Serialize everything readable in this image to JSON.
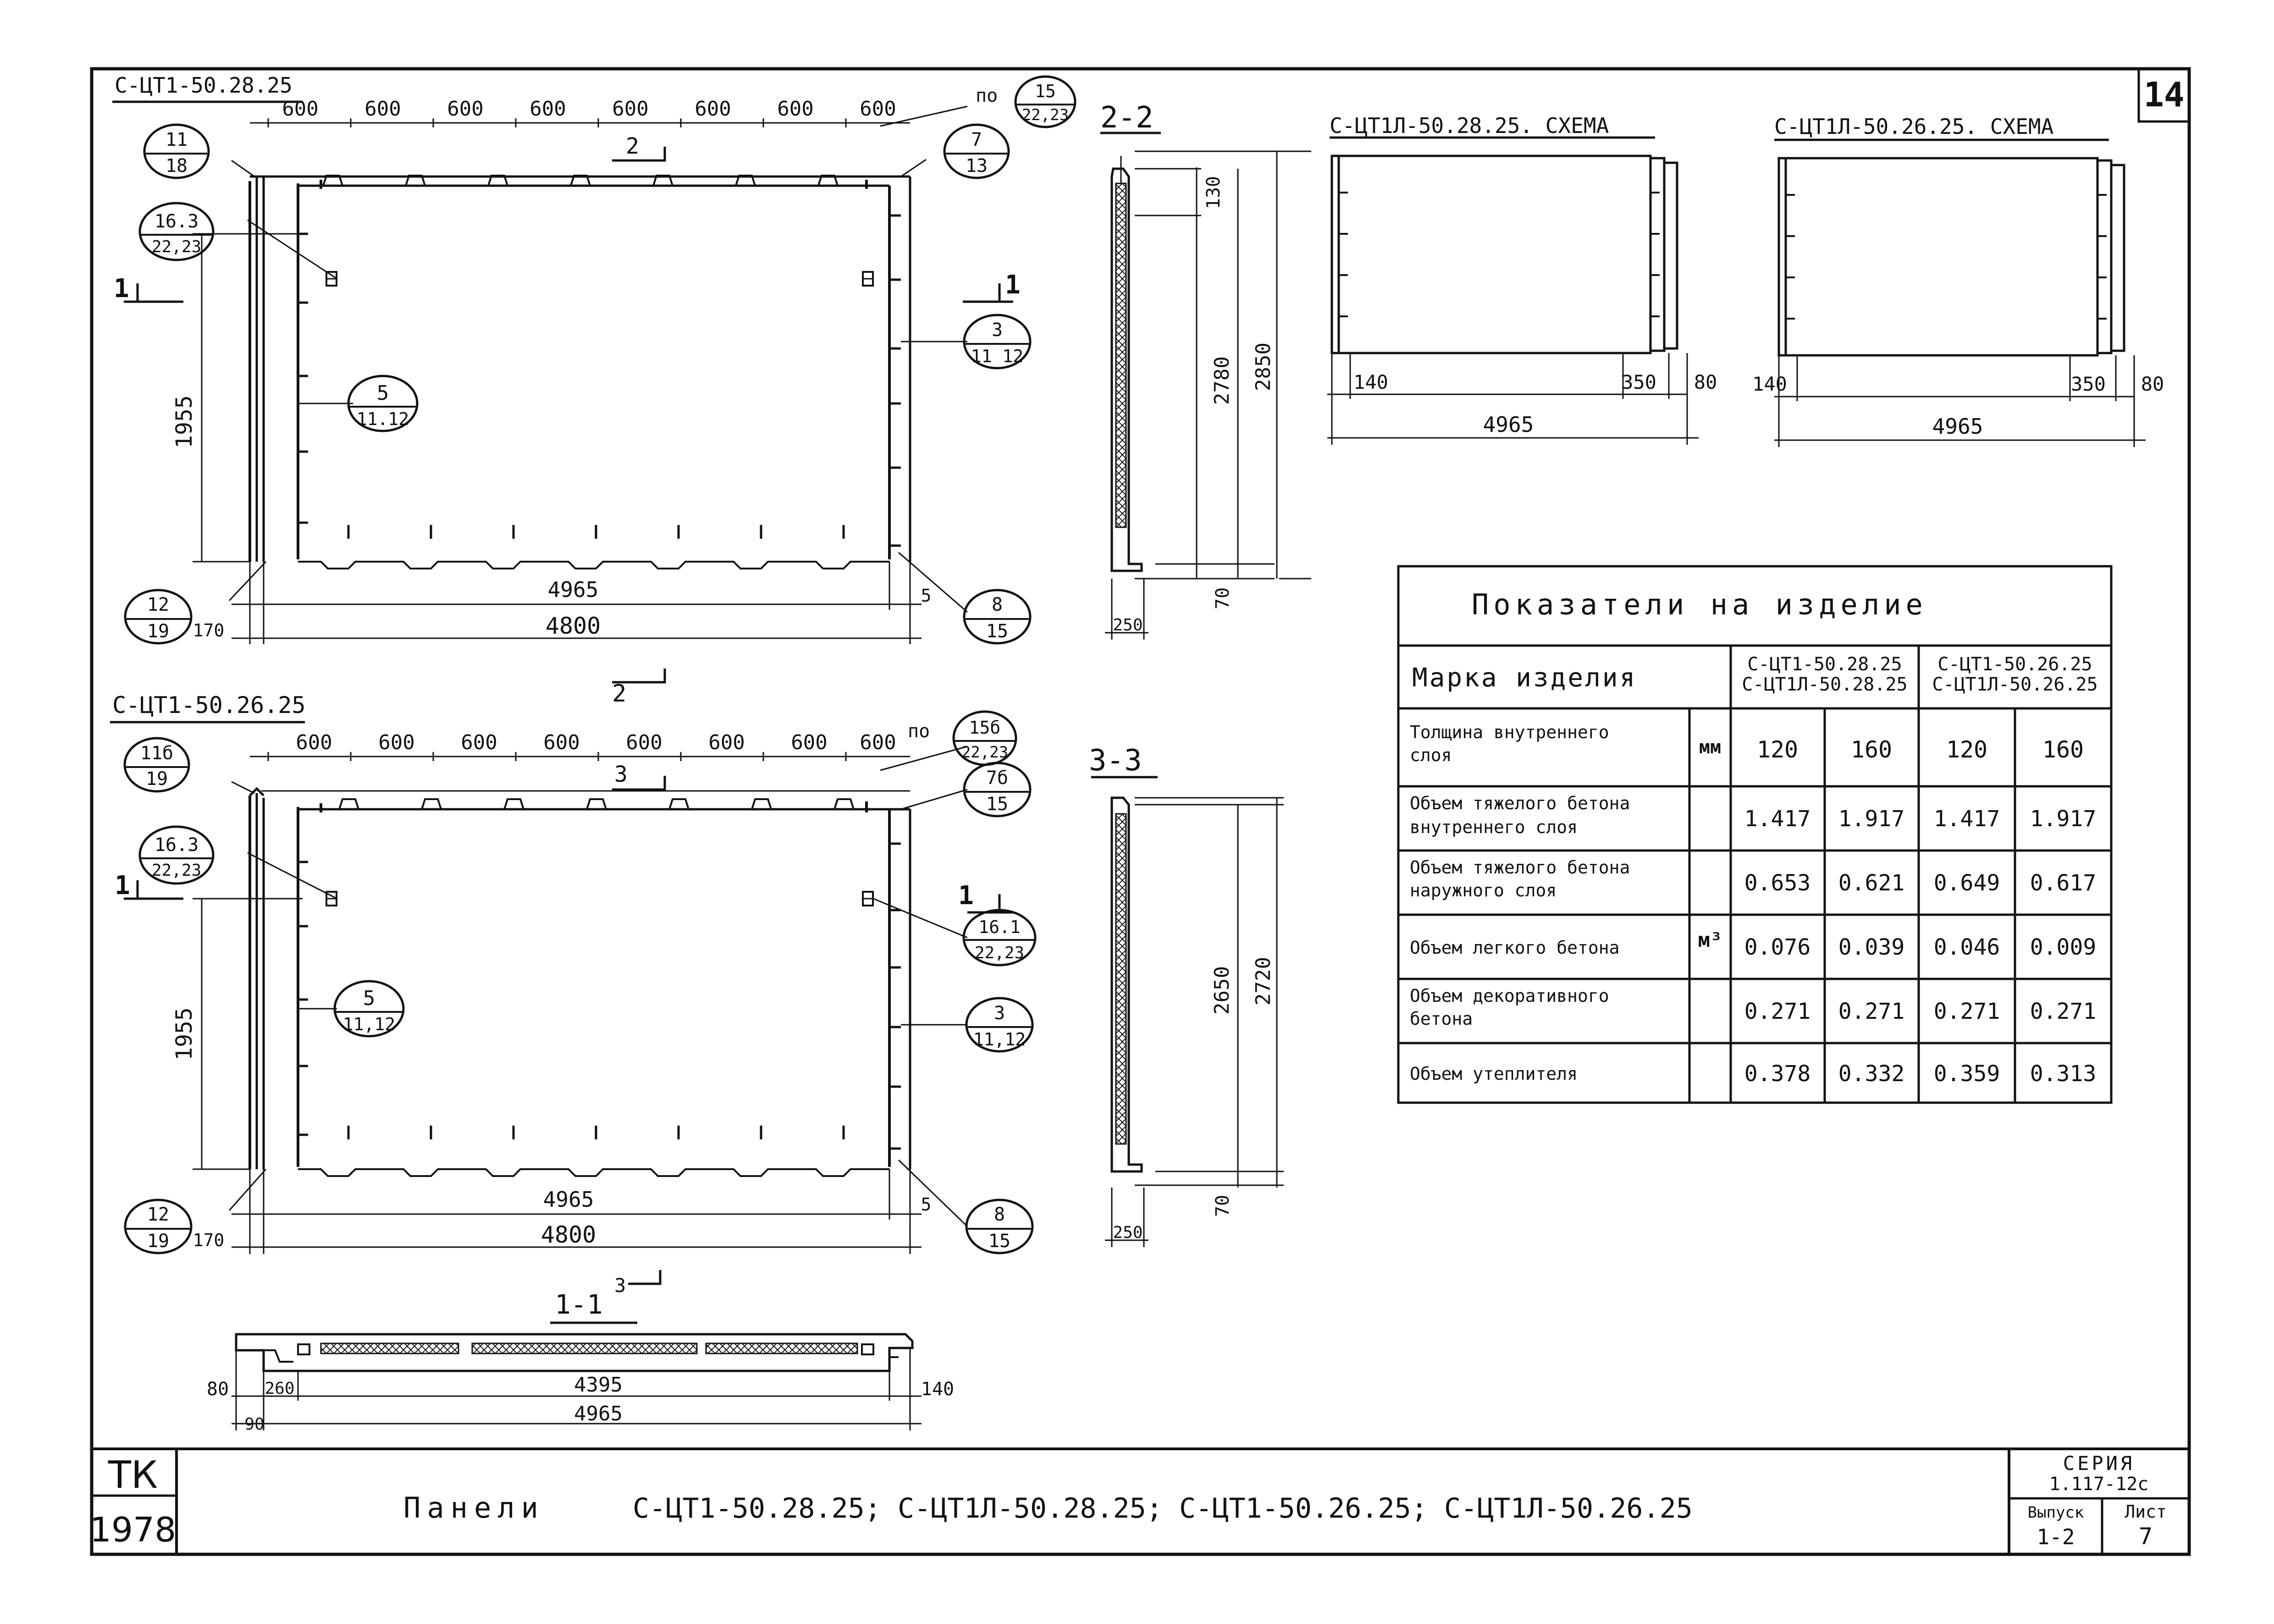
{
  "sheet_number": "14",
  "views": {
    "top_panel": {
      "label": "С-ЦТ1-50.28.25",
      "spacings": [
        "600",
        "600",
        "600",
        "600",
        "600",
        "600",
        "600",
        "600"
      ],
      "callouts": {
        "by_prefix": "по",
        "c15": {
          "top": "15",
          "bottom": "22,23"
        },
        "c11": {
          "top": "11",
          "bottom": "18"
        },
        "c7": {
          "top": "7",
          "bottom": "13"
        },
        "c163": {
          "top": "16.3",
          "bottom": "22,23"
        },
        "c3": {
          "top": "3",
          "bottom": "11 12"
        },
        "c5": {
          "top": "5",
          "bottom": "11.12"
        },
        "c12": {
          "top": "12",
          "bottom": "19"
        },
        "c8": {
          "top": "8",
          "bottom": "15"
        }
      },
      "section_mark_top": "2",
      "section_mark_bottom": "2",
      "section_mark_left": "1",
      "section_mark_right": "1",
      "dim_height": "1955",
      "dim_inner": "4965",
      "dim_overall": "4800",
      "dim_left": "170",
      "dim_right": "5"
    },
    "section_2_2": {
      "label": "2-2",
      "dims": {
        "d130": "130",
        "d2780": "2780",
        "d2850": "2850",
        "d70": "70",
        "d250": "250"
      }
    },
    "bottom_panel": {
      "label": "С-ЦТ1-50.26.25",
      "spacings": [
        "600",
        "600",
        "600",
        "600",
        "600",
        "600",
        "600",
        "600"
      ],
      "callouts": {
        "by_prefix": "по",
        "c15b": {
          "top": "15б",
          "bottom": "22,23"
        },
        "c11b": {
          "top": "11б",
          "bottom": "19"
        },
        "c7b": {
          "top": "7б",
          "bottom": "15"
        },
        "c163": {
          "top": "16.3",
          "bottom": "22,23"
        },
        "c161": {
          "top": "16.1",
          "bottom": "22,23"
        },
        "c5": {
          "top": "5",
          "bottom": "11,12"
        },
        "c3": {
          "top": "3",
          "bottom": "11,12"
        },
        "c12": {
          "top": "12",
          "bottom": "19"
        },
        "c8": {
          "top": "8",
          "bottom": "15"
        }
      },
      "section_mark_top": "3",
      "section_mark_left": "1",
      "section_mark_right": "1",
      "dim_height": "1955",
      "dim_inner": "4965",
      "dim_overall": "4800",
      "dim_left": "170",
      "dim_right": "5"
    },
    "section_3_3": {
      "label": "3-3",
      "dims": {
        "d2650": "2650",
        "d2720": "2720",
        "d70": "70",
        "d250": "250"
      }
    },
    "section_1_1": {
      "label": "1-1",
      "section_mark": "3",
      "dims": {
        "d80": "80",
        "d260": "260",
        "d4395": "4395",
        "d140": "140",
        "d90": "90",
        "d4965": "4965"
      }
    },
    "scheme_1": {
      "label": "С-ЦТ1Л-50.28.25. СХЕМА",
      "dims": {
        "d140": "140",
        "d350": "350",
        "d80": "80",
        "d4965": "4965"
      }
    },
    "scheme_2": {
      "label": "С-ЦТ1Л-50.26.25. СХЕМА",
      "dims": {
        "d140": "140",
        "d350": "350",
        "d80": "80",
        "d4965": "4965"
      }
    }
  },
  "table": {
    "title": "Показатели на изделие",
    "mark_header": "Марка изделия",
    "col_group_1": {
      "line1": "С-ЦТ1-50.28.25",
      "line2": "С-ЦТ1Л-50.28.25"
    },
    "col_group_2": {
      "line1": "С-ЦТ1-50.26.25",
      "line2": "С-ЦТ1Л-50.26.25"
    },
    "unit_mm": "мм",
    "unit_m3": "м³",
    "rows": [
      {
        "label_1": "Толщина внутреннего",
        "label_2": "слоя",
        "values": [
          "120",
          "160",
          "120",
          "160"
        ]
      },
      {
        "label_1": "Объем тяжелого бетона",
        "label_2": "внутреннего слоя",
        "values": [
          "1.417",
          "1.917",
          "1.417",
          "1.917"
        ]
      },
      {
        "label_1": "Объем тяжелого бетона",
        "label_2": "наружного слоя",
        "values": [
          "0.653",
          "0.621",
          "0.649",
          "0.617"
        ]
      },
      {
        "label_1": "Объем легкого бетона",
        "label_2": "",
        "values": [
          "0.076",
          "0.039",
          "0.046",
          "0.009"
        ]
      },
      {
        "label_1": "Объем декоративного",
        "label_2": "бетона",
        "values": [
          "0.271",
          "0.271",
          "0.271",
          "0.271"
        ]
      },
      {
        "label_1": "Объем утеплителя",
        "label_2": "",
        "values": [
          "0.378",
          "0.332",
          "0.359",
          "0.313"
        ]
      }
    ]
  },
  "title_block": {
    "org": "ТК",
    "year": "1978",
    "title_word": "Панели",
    "title_marks": "С-ЦТ1-50.28.25;  С-ЦТ1Л-50.28.25;  С-ЦТ1-50.26.25;  С-ЦТ1Л-50.26.25",
    "series_label": "СЕРИЯ",
    "series_value": "1.117-12с",
    "issue_label": "Выпуск",
    "issue_value": "1-2",
    "sheet_label": "Лист",
    "sheet_value": "7"
  }
}
